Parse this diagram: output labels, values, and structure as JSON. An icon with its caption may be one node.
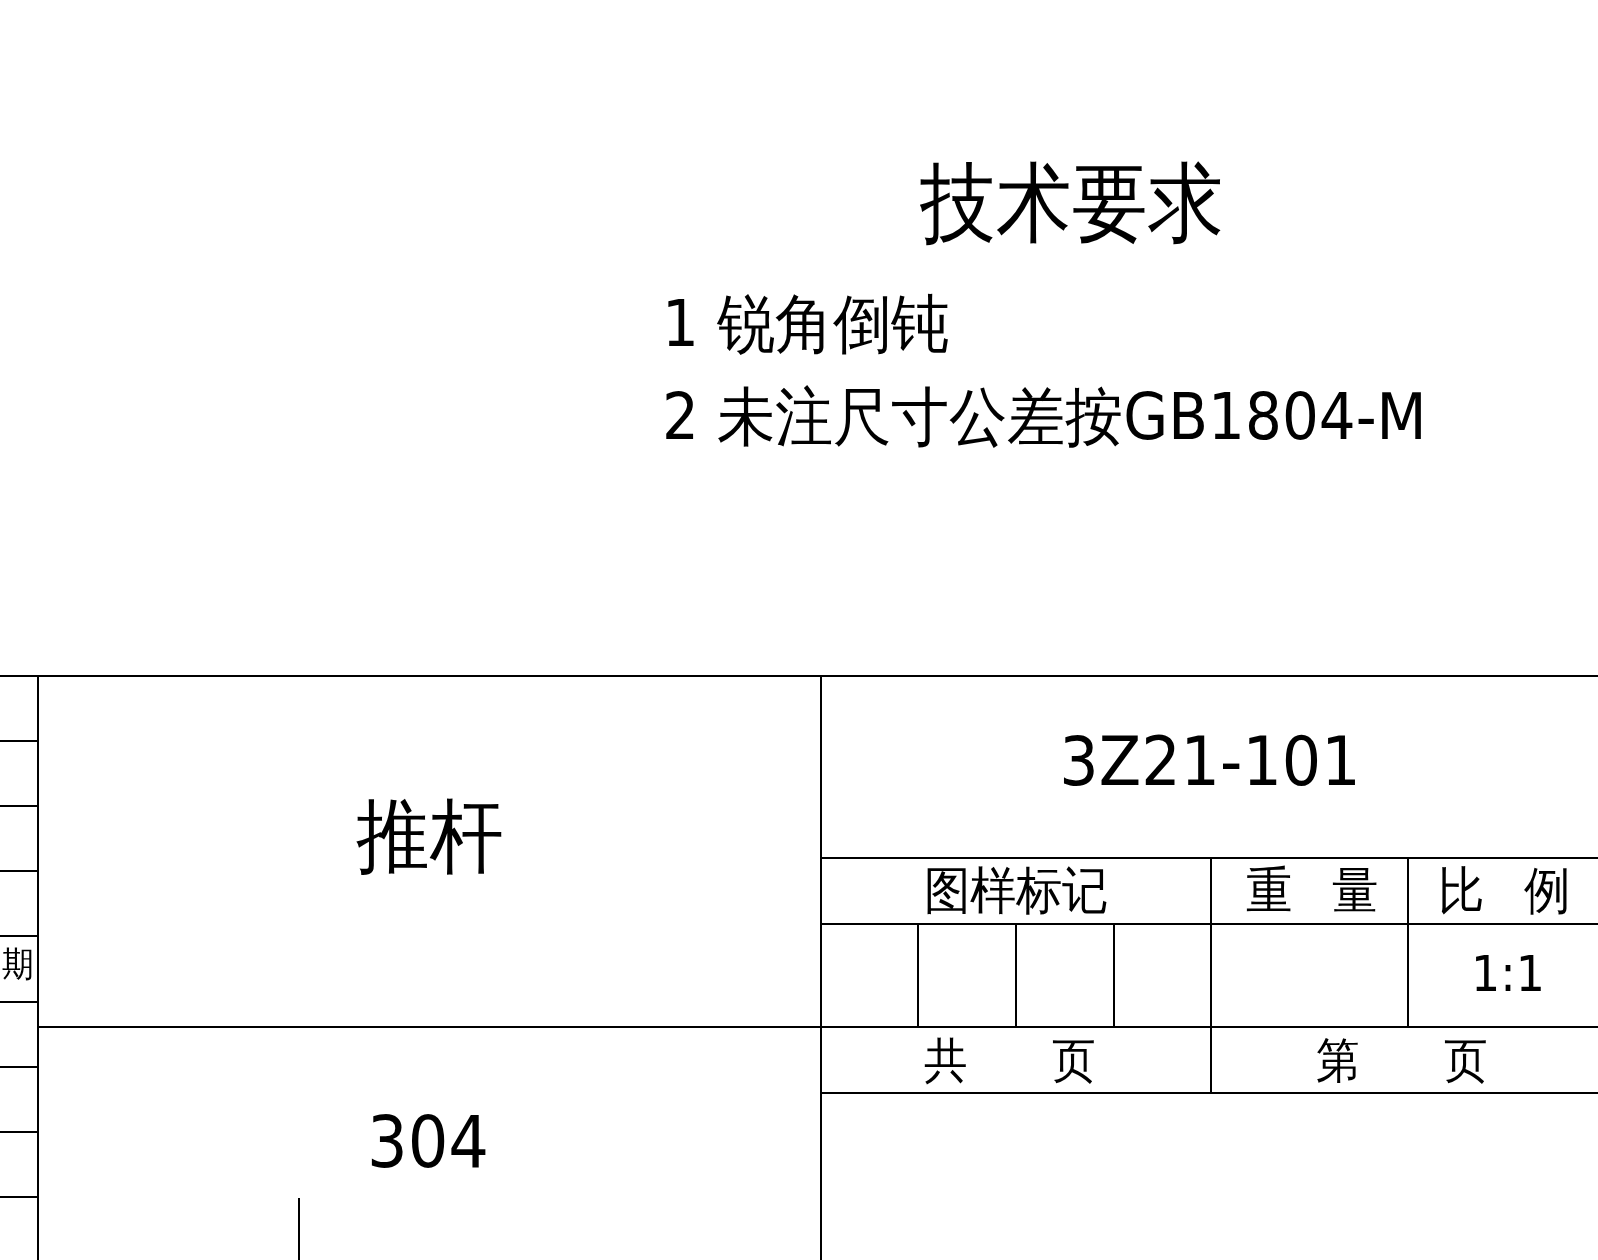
{
  "diagram": {
    "title": "技术要求",
    "labels": [
      "1 锐角倒钝",
      "2 未注尺寸公差按GB1804-M",
      "推杆",
      "3Z21-101",
      "图样标记",
      "重 量",
      "比 例",
      "期",
      "1:1",
      "共 页",
      "第 页",
      "304"
    ]
  }
}
